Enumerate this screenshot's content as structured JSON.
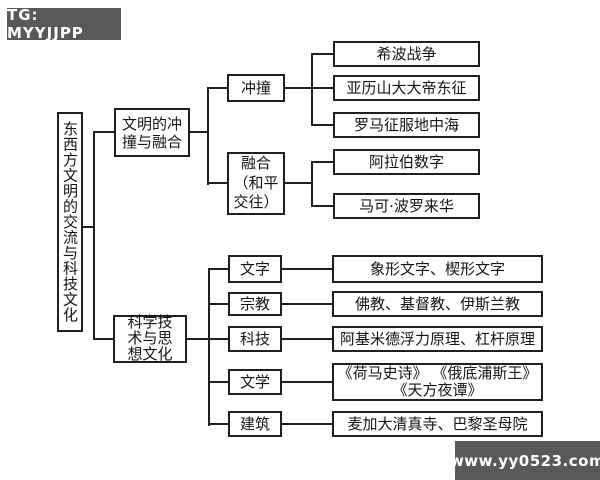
{
  "watermarks": {
    "badge": "TG: MYYJJPP",
    "site": "www.yy0523.com"
  },
  "colors": {
    "background": "#ffffff",
    "line": "#1f1f1f",
    "watermark_bg": "#595959",
    "watermark_text": "#ffffff"
  },
  "diagram": {
    "root": {
      "label": "东西方文明的交流与科技文化"
    },
    "branches": [
      {
        "label": "文明的冲撞与融合",
        "label_lines": [
          "文明的冲",
          "撞与融合"
        ],
        "children": [
          {
            "label": "冲撞",
            "leaves": [
              "希波战争",
              "亚历山大大帝东征",
              "罗马征服地中海"
            ]
          },
          {
            "label": "融合（和平交往）",
            "label_lines": [
              "融合",
              "（和平",
              "交往）"
            ],
            "leaves": [
              "阿拉伯数字",
              "马可·波罗来华"
            ]
          }
        ]
      },
      {
        "label": "科学技术与思想文化",
        "label_lines": [
          "科学技",
          "术与思",
          "想文化"
        ],
        "children": [
          {
            "label": "文字",
            "leaf_lines": [
              "象形文字、楔形文字"
            ]
          },
          {
            "label": "宗教",
            "leaf_lines": [
              "佛教、基督教、伊斯兰教"
            ]
          },
          {
            "label": "科技",
            "leaf_lines": [
              "阿基米德浮力原理、杠杆原理"
            ]
          },
          {
            "label": "文学",
            "leaf_lines": [
              "《荷马史诗》 《俄底浦斯王》",
              "《天方夜谭》"
            ]
          },
          {
            "label": "建筑",
            "leaf_lines": [
              "麦加大清真寺、巴黎圣母院"
            ]
          }
        ]
      }
    ]
  }
}
